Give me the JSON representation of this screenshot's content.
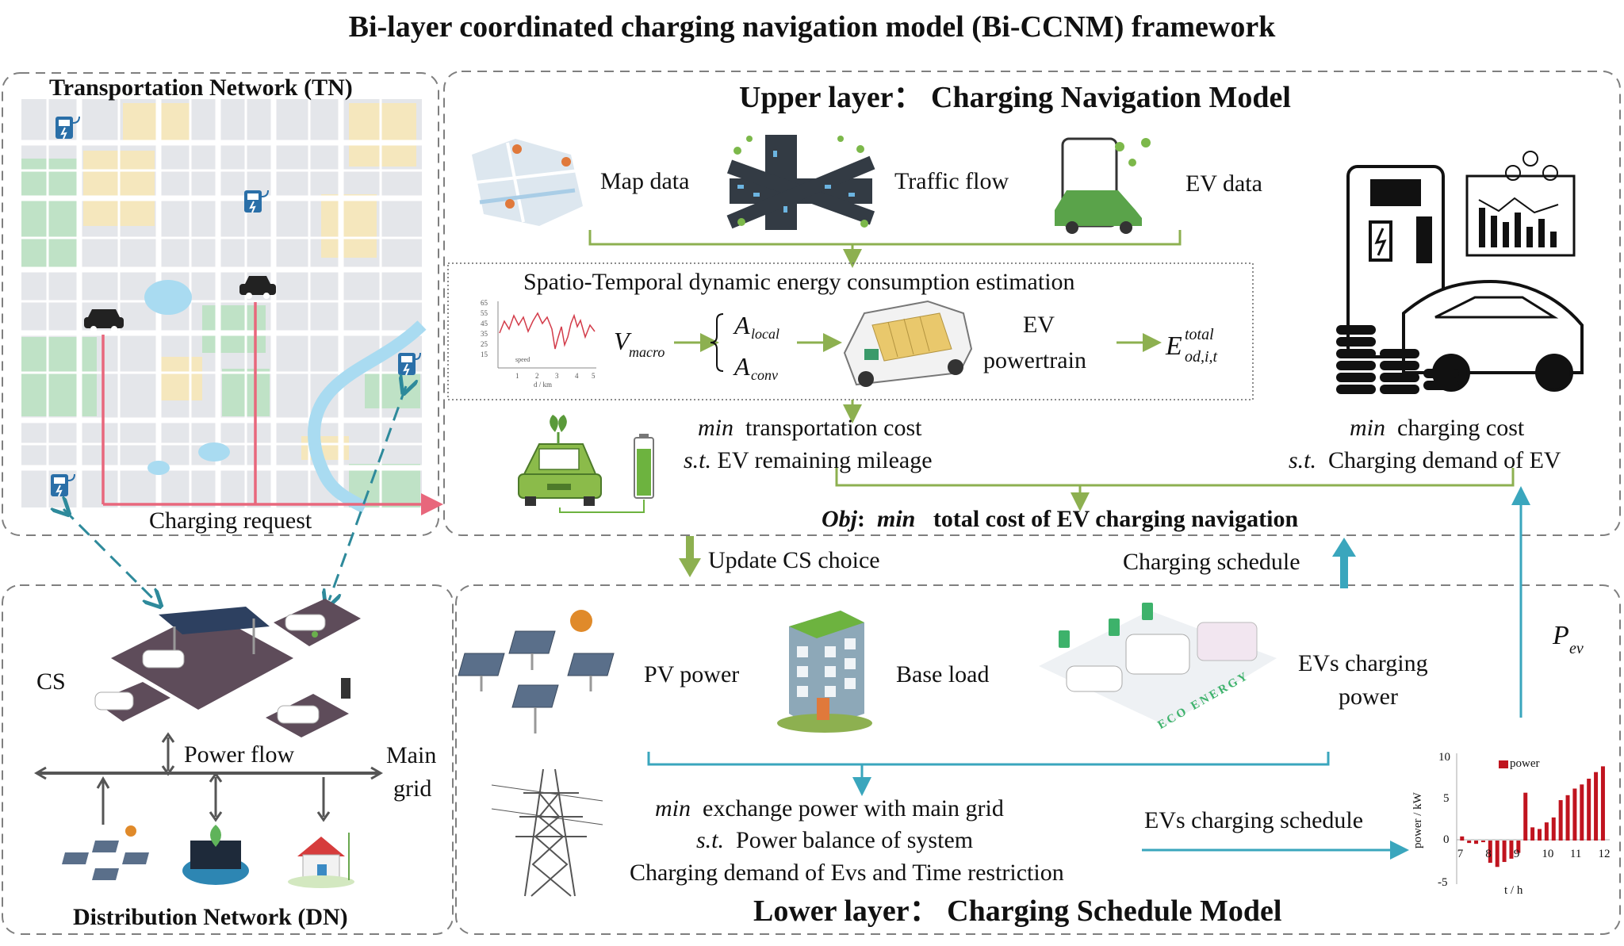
{
  "title": "Bi-layer coordinated charging navigation model (Bi-CCNM) framework",
  "tn": {
    "title": "Transportation Network (TN)",
    "charging_request": "Charging request"
  },
  "upper": {
    "title": "Upper layer： Charging Navigation Model",
    "map_data": "Map data",
    "traffic_flow": "Traffic flow",
    "ev_data": "EV data",
    "st_title": "Spatio-Temporal dynamic energy consumption estimation",
    "v_macro": "V",
    "v_macro_sub": "macro",
    "a_local": "A",
    "a_local_sub": "local",
    "a_conv": "A",
    "a_conv_sub": "conv",
    "ev_powertrain_1": "EV",
    "ev_powertrain_2": "powertrain",
    "e_main": "E",
    "e_sup": "total",
    "e_sub": "od,i,t",
    "min1": "min",
    "transport_cost": "transportation cost",
    "st1": "s.t.",
    "remaining_mileage": "EV remaining mileage",
    "min2": "min",
    "charging_cost": "charging cost",
    "st2": "s.t.",
    "charging_demand": "Charging demand of  EV",
    "obj_label": "Obj",
    "obj_colon": ":",
    "obj_min": "min",
    "obj_text": "total cost of  EV charging navigation",
    "mini_chart": {
      "yticks": [
        "65",
        "55",
        "45",
        "35",
        "25",
        "15"
      ],
      "xticks": [
        "1",
        "2",
        "3",
        "4",
        "5"
      ],
      "xlabel": "d / km",
      "legend": "speed"
    }
  },
  "middle": {
    "update_cs": "Update CS choice",
    "charging_schedule": "Charging schedule",
    "p_ev": "P",
    "p_ev_sub": "ev"
  },
  "dn": {
    "cs": "CS",
    "power_flow": "Power flow",
    "main_grid_1": "Main",
    "main_grid_2": "grid",
    "title": "Distribution Network (DN)"
  },
  "lower": {
    "title": "Lower layer： Charging Schedule Model",
    "pv_power": "PV power",
    "base_load": "Base load",
    "evs_power_1": "EVs charging",
    "evs_power_2": "power",
    "eco_energy": "ECO ENERGY",
    "min": "min",
    "exchange": "exchange power with main grid",
    "st": "s.t.",
    "balance": "Power balance of system",
    "demand": "Charging demand of  Evs and Time restriction",
    "evs_schedule": "EVs charging schedule"
  },
  "chart_data": {
    "type": "bar",
    "legend": "power",
    "ylabel": "power / kW",
    "xlabel": "t / h",
    "ylim": [
      -5,
      10
    ],
    "yticks": [
      "10",
      "5",
      "0",
      "-5"
    ],
    "xticks": [
      "7",
      "8",
      "9",
      "10",
      "11",
      "12"
    ],
    "x": [
      7.0,
      7.25,
      7.5,
      7.75,
      8.0,
      8.25,
      8.5,
      8.75,
      9.0,
      9.25,
      9.5,
      9.75,
      10.0,
      10.25,
      10.5,
      10.75,
      11.0,
      11.25,
      11.5,
      11.75,
      12.0
    ],
    "values": [
      0.5,
      -0.3,
      -0.4,
      -0.2,
      -2.7,
      -3.2,
      -2.6,
      -2.2,
      -1.5,
      5.8,
      1.6,
      1.4,
      2.2,
      2.8,
      4.9,
      5.5,
      6.3,
      6.8,
      7.5,
      8.3,
      9.0
    ]
  },
  "colors": {
    "green_arrow": "#8db050",
    "teal_arrow": "#3aa6bd",
    "pink_route": "#e8677c",
    "bar": "#c0141f",
    "dash_border": "#7f7f7f"
  }
}
